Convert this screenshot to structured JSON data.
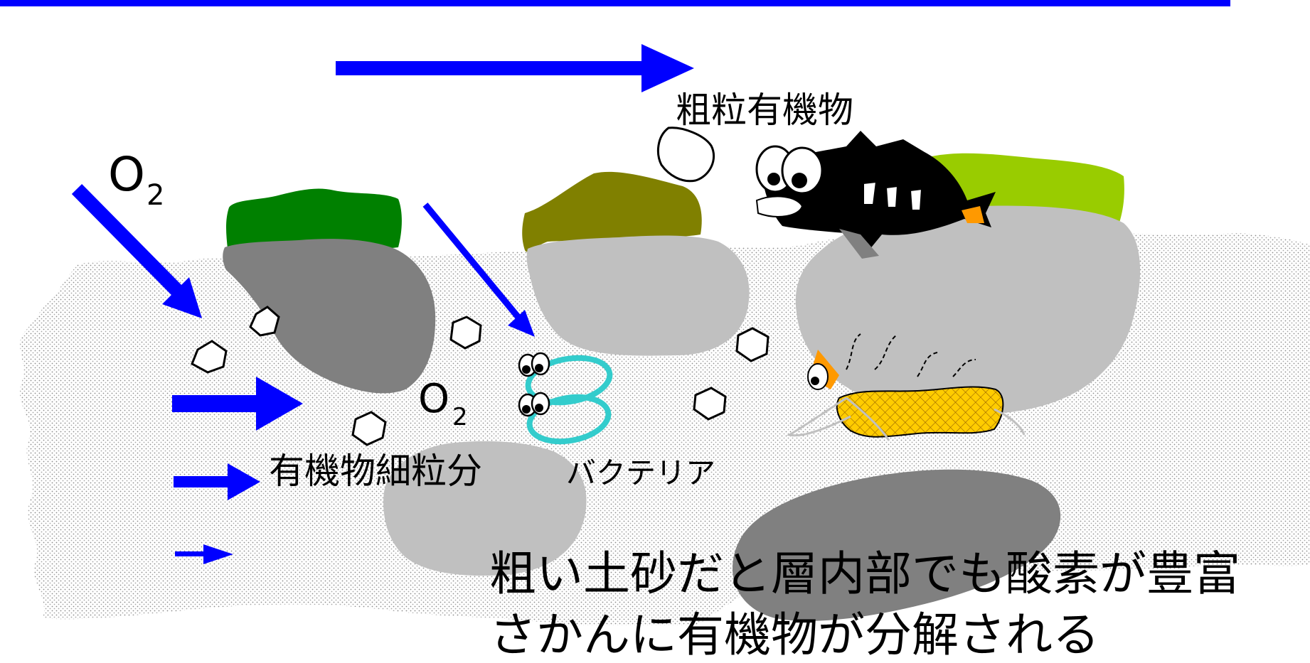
{
  "labels": {
    "o2_top": "O",
    "o2_top_sub": "2",
    "o2_mid": "O",
    "o2_mid_sub": "2",
    "coarse_organic": "粗粒有機物",
    "fine_organic": "有機物細粒分",
    "bacteria": "バクテリア",
    "caption_line1": "粗い土砂だと層内部でも酸素が豊富",
    "caption_line2": "さかんに有機物が分解される"
  },
  "colors": {
    "arrow_blue": "#0000ff",
    "top_rule": "#0000ff",
    "sand_dots": "#9a9a9a",
    "stone_dark": "#808080",
    "stone_light": "#c0c0c0",
    "moss_green": "#008000",
    "moss_olive": "#808000",
    "moss_lime": "#99cc00",
    "bacteria_ring": "#33cccc",
    "insect_orange": "#ff9900",
    "insect_yellow": "#ffcc00"
  },
  "icons": [
    "fish-icon",
    "insect-larva-icon",
    "bacteria-icon",
    "organic-particle-icon"
  ]
}
